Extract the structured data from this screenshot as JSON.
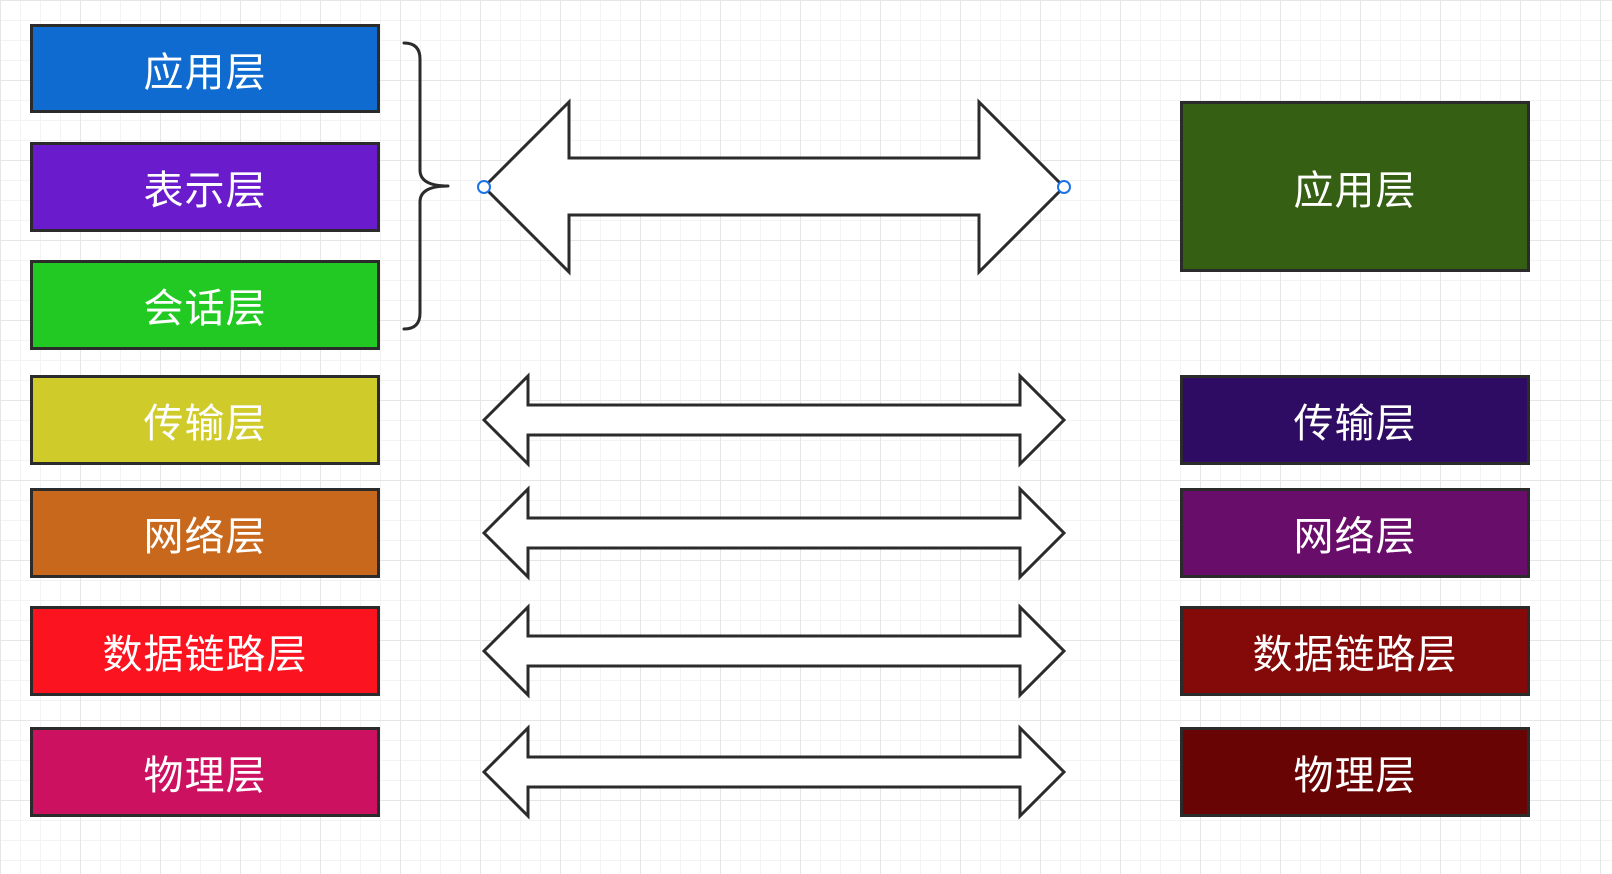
{
  "left_stack": {
    "application": {
      "label": "应用层",
      "color": "#0f6bcf"
    },
    "presentation": {
      "label": "表示层",
      "color": "#6a1bcb"
    },
    "session": {
      "label": "会话层",
      "color": "#22c922"
    },
    "transport": {
      "label": "传输层",
      "color": "#cfcb2b"
    },
    "network": {
      "label": "网络层",
      "color": "#c8681c"
    },
    "data_link": {
      "label": "数据链路层",
      "color": "#fb1420"
    },
    "physical": {
      "label": "物理层",
      "color": "#cc1160"
    }
  },
  "right_stack": {
    "application": {
      "label": "应用层",
      "color": "#355f12"
    },
    "transport": {
      "label": "传输层",
      "color": "#2f0c63"
    },
    "network": {
      "label": "网络层",
      "color": "#690d6a"
    },
    "data_link": {
      "label": "数据链路层",
      "color": "#840909"
    },
    "physical": {
      "label": "物理层",
      "color": "#690404"
    }
  },
  "connector_style": {
    "stroke": "#2b2b2b",
    "fill": "#ffffff",
    "handle": "#1a73e8"
  }
}
